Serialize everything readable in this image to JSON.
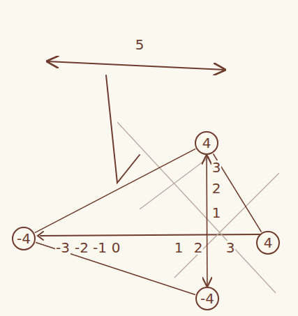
{
  "diagram": {
    "nodes": [
      {
        "text": [
          "4"
        ]
      },
      {
        "text": [
          "-4"
        ]
      },
      {
        "text": [
          "4"
        ]
      },
      {
        "text": [
          "-4"
        ]
      }
    ],
    "edges": [
      {
        "from": 1,
        "to": 0,
        "arrow": "none"
      },
      {
        "from": 0,
        "to": 2,
        "arrow": "none"
      },
      {
        "from": 1,
        "to": 3,
        "arrow": "none"
      },
      {
        "from": 3,
        "to": 0,
        "arrow": "both"
      }
    ],
    "labels": [
      "5",
      "-3",
      "-2",
      "-1",
      "0",
      "1",
      "2",
      "3",
      "3",
      "2",
      "1"
    ]
  }
}
